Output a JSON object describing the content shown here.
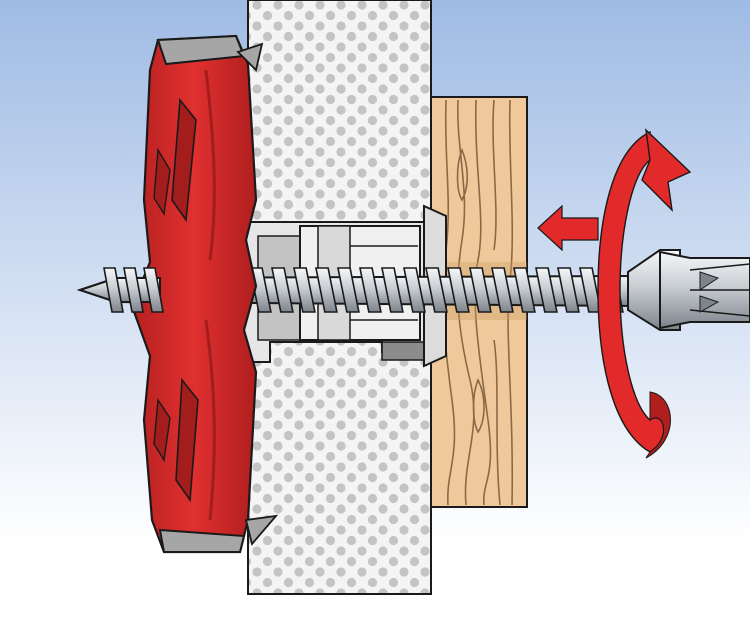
{
  "diagram": {
    "subject": "cavity-wall-anchor-installation",
    "colors": {
      "sky_top": "#9fbbe4",
      "sky_bottom": "#ffffff",
      "board_fill": "#f4f4f4",
      "board_dots": "#c4c4c4",
      "wood": "#efc99b",
      "wood_grain": "#8a6a45",
      "anchor_red": "#db2a2a",
      "anchor_dark": "#a31d1d",
      "anchor_gray": "#a6a6a6",
      "sleeve": "#e6e6e6",
      "screw": "#c9ced3",
      "arrow_red": "#e22a2a",
      "outline": "#1a1a1a"
    },
    "arrows": [
      {
        "name": "insertion-direction",
        "direction": "left"
      },
      {
        "name": "rotation-direction",
        "direction": "clockwise"
      }
    ]
  }
}
